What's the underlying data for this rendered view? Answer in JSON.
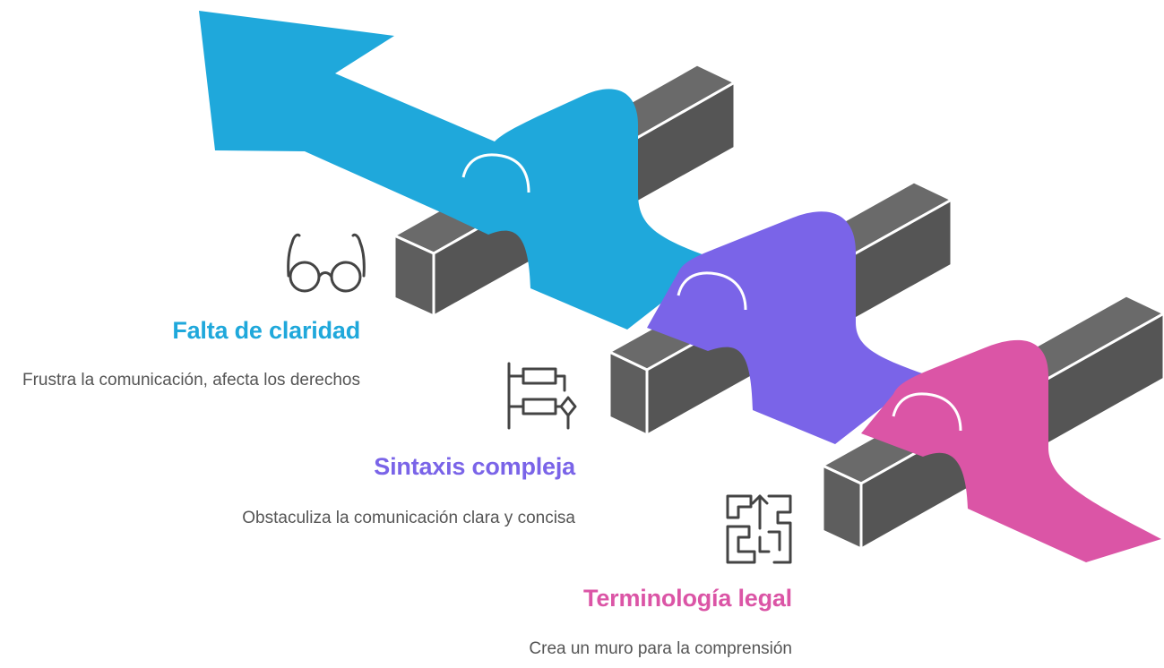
{
  "colors": {
    "stage_1": "#1FA8DB",
    "stage_2": "#7A64E8",
    "stage_3": "#DB55A6",
    "barrier_face": "#5C5C5C",
    "barrier_edge": "#ffffff",
    "description_text": "#555555",
    "icon_stroke": "#444444"
  },
  "steps": [
    {
      "title": "Falta de claridad",
      "description": "Frustra la comunicación, afecta los derechos",
      "icon": "glasses-icon"
    },
    {
      "title": "Sintaxis compleja",
      "description": "Obstaculiza la comunicación clara y concisa",
      "icon": "flowchart-icon"
    },
    {
      "title": "Terminología legal",
      "description": "Crea un muro para la comprensión",
      "icon": "maze-icon"
    }
  ]
}
